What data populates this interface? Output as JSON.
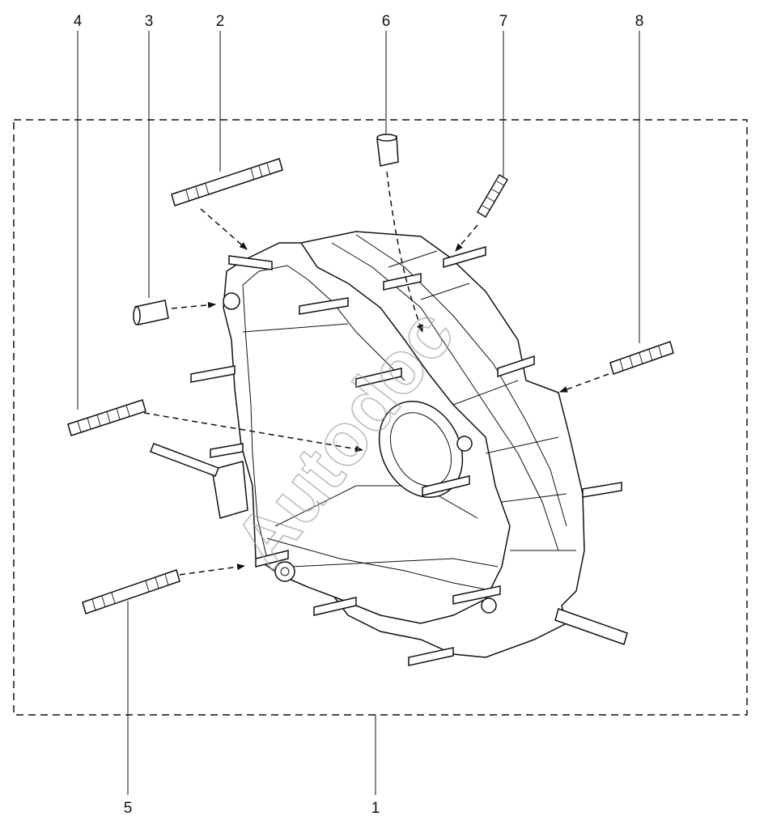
{
  "callouts": [
    "1",
    "2",
    "3",
    "4",
    "5",
    "6",
    "7",
    "8"
  ],
  "watermark": "Autodoc",
  "colors": {
    "line": "#111111",
    "background": "#ffffff",
    "watermark": "#9a9a9a"
  }
}
